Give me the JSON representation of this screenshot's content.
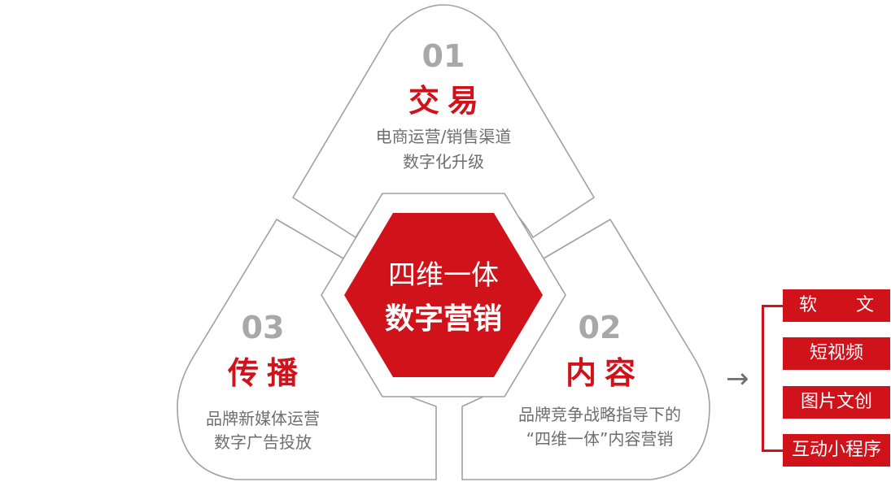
{
  "center": {
    "line1": "四维一体",
    "line2": "数字营销"
  },
  "sections": {
    "top": {
      "number": "01",
      "heading": "交易",
      "desc1": "电商运营/销售渠道",
      "desc2": "数字化升级"
    },
    "right": {
      "number": "02",
      "heading": "内容",
      "desc1": "品牌竞争战略指导下的",
      "desc2": "“四维一体”内容营销"
    },
    "left": {
      "number": "03",
      "heading": "传播",
      "desc1": "品牌新媒体运营",
      "desc2": "数字广告投放"
    }
  },
  "content_types": [
    "软　文",
    "短视频",
    "图片文创",
    "互动小程序"
  ],
  "arrow_glyph": "→",
  "colors": {
    "accent_red": "#d0121b",
    "number_gray": "#a8a8a8",
    "text_gray": "#6e6e6e",
    "outline_gray": "#a0a0a0"
  }
}
